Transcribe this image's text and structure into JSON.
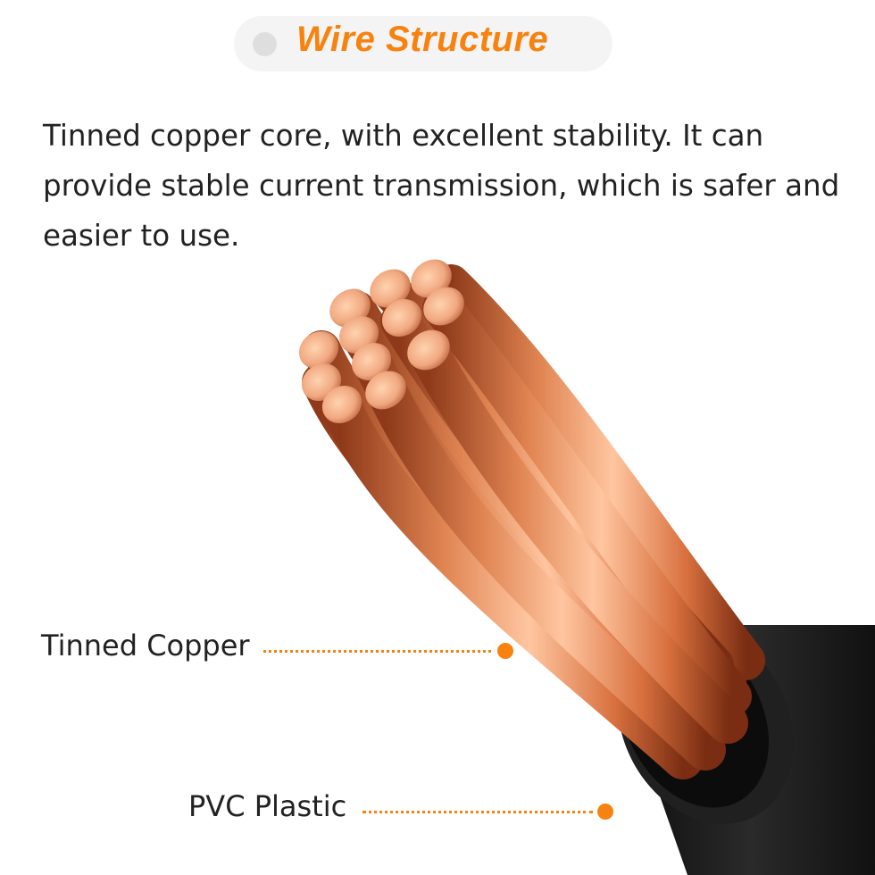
{
  "header": {
    "title": "Wire Structure"
  },
  "description": "Tinned copper core, with excellent stability. It can provide stable current transmission, which is safer and easier to use.",
  "callouts": [
    {
      "label": "Tinned Copper"
    },
    {
      "label": "PVC Plastic"
    }
  ],
  "colors": {
    "accent": "#f7820e",
    "text": "#222222",
    "copper": "#e08755",
    "insulation": "#1e1e1e"
  }
}
